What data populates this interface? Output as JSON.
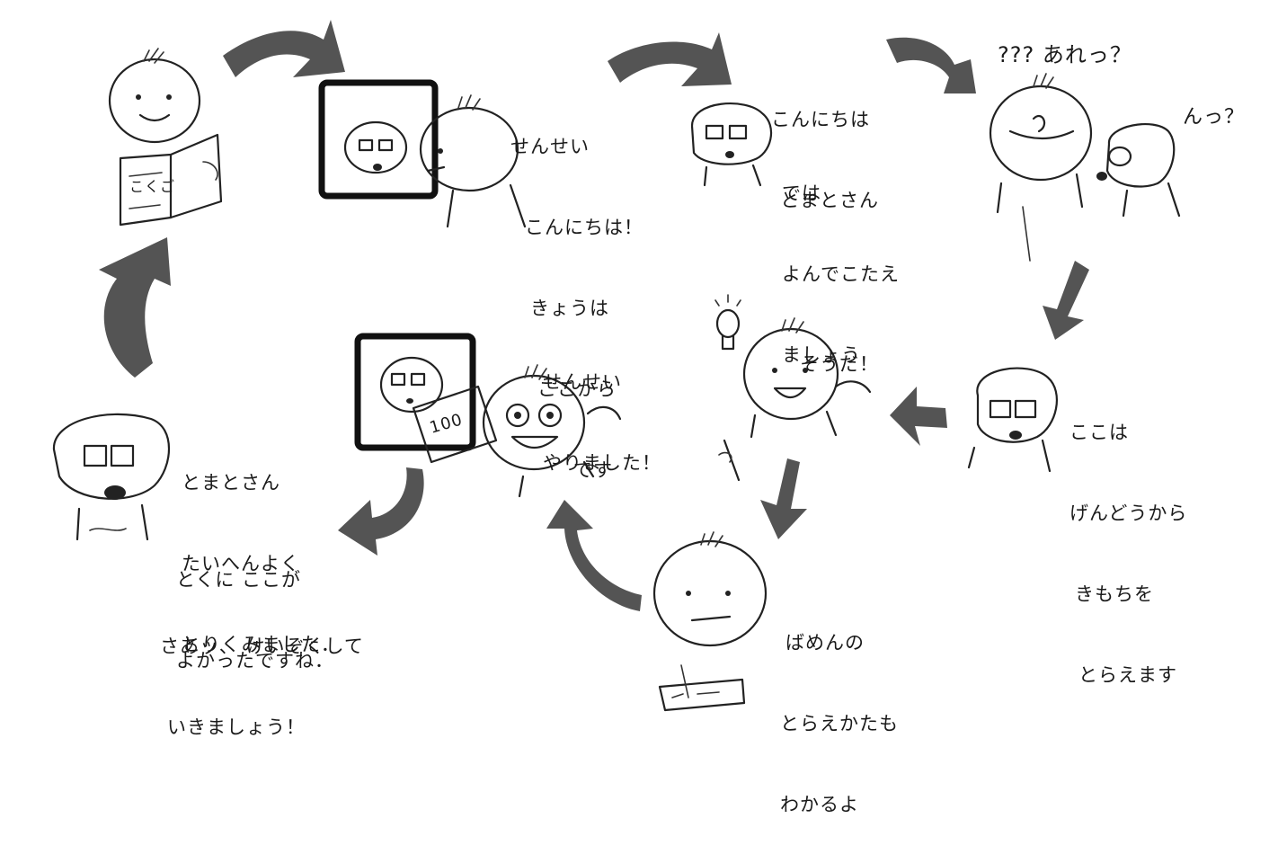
{
  "colors": {
    "ink": "#222222",
    "arrow": "#3c3c3c",
    "paper": "#ffffff"
  },
  "panels": {
    "p1": {
      "book_label": "こくご"
    },
    "p2": {
      "lines": [
        "せんせい",
        "こんにちは！",
        "きょうは",
        "ここから",
        "です"
      ]
    },
    "p3": {
      "lines_a": [
        "こんにちは",
        "とまとさん"
      ],
      "lines_b": [
        "では",
        "よんでこたえ",
        "ましょう"
      ]
    },
    "p4": {
      "left": "??? あれっ？",
      "right": "んっ？"
    },
    "p5": {
      "lines": [
        "ここは",
        "げんどうから",
        "きもちを",
        "とらえます"
      ]
    },
    "p6": {
      "lines": [
        "そうだ！"
      ]
    },
    "p7": {
      "lines": [
        "ばめんの",
        "とらえかたも",
        "わかるよ"
      ]
    },
    "p8": {
      "lines": [
        "せんせい",
        "やりました！"
      ],
      "paper_score": "100"
    },
    "p9": {
      "lines_a": [
        "とまとさん",
        "たいへんよく",
        "とりくみました．"
      ],
      "lines_b": [
        "とくに ここが",
        "よかったですね．"
      ],
      "lines_c": [
        "さあッ、 けいぞくして",
        "いきましょう！"
      ]
    }
  },
  "icons": [
    "curved-arrow-icon",
    "light-bulb-icon",
    "pencil-icon",
    "monitor-icon",
    "book-icon"
  ]
}
